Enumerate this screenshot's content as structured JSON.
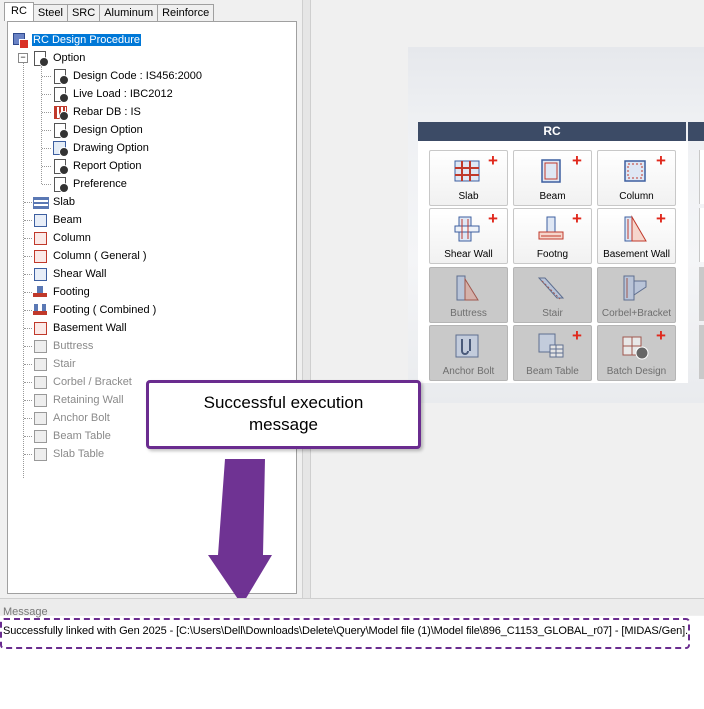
{
  "tabs": [
    "RC",
    "Steel",
    "SRC",
    "Aluminum",
    "Reinforce"
  ],
  "tree": {
    "root": "RC Design Procedure",
    "option": "Option",
    "option_children": [
      "Design Code : IS456:2000",
      "Live Load : IBC2012",
      "Rebar DB : IS",
      "Design Option",
      "Drawing Option",
      "Report Option",
      "Preference"
    ],
    "items": [
      "Slab",
      "Beam",
      "Column",
      "Column ( General )",
      "Shear Wall",
      "Footing",
      "Footing ( Combined )",
      "Basement Wall"
    ],
    "disabled_items": [
      "Buttress",
      "Stair",
      "Corbel / Bracket",
      "Retaining Wall",
      "Anchor Bolt",
      "Beam Table",
      "Slab Table"
    ]
  },
  "panel": {
    "header": "RC",
    "tiles": [
      {
        "label": "Slab",
        "enabled": true
      },
      {
        "label": "Beam",
        "enabled": true
      },
      {
        "label": "Column",
        "enabled": true
      },
      {
        "label": "Shear Wall",
        "enabled": true
      },
      {
        "label": "Footng",
        "enabled": true
      },
      {
        "label": "Basement Wall",
        "enabled": true
      },
      {
        "label": "Buttress",
        "enabled": false
      },
      {
        "label": "Stair",
        "enabled": false
      },
      {
        "label": "Corbel+Bracket",
        "enabled": false
      },
      {
        "label": "Anchor Bolt",
        "enabled": false
      },
      {
        "label": "Beam Table",
        "enabled": false
      },
      {
        "label": "Batch Design",
        "enabled": false
      }
    ]
  },
  "callout": {
    "line1": "Successful execution",
    "line2": "message"
  },
  "message": {
    "title": "Message",
    "text": "Successfully linked with Gen 2025 - [C:\\Users\\Dell\\Downloads\\Delete\\Query\\Model file (1)\\Model file\\896_C1153_GLOBAL_r07] - [MIDAS/Gen]."
  },
  "colors": {
    "accent_purple": "#6a2c8f",
    "header_navy": "#3c4b66",
    "selection_blue": "#0078d7",
    "plus_red": "#e0281c"
  }
}
